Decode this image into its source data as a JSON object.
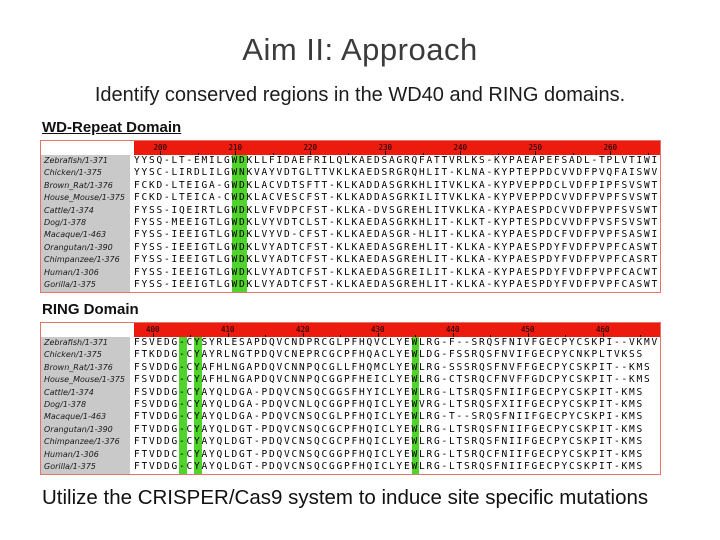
{
  "slide": {
    "title": "Aim II: Approach",
    "subtitle": "Identify conserved regions in the WD40 and RING domains.",
    "footer": "Utilize the CRISPER/Cas9 system to induce site specific mutations"
  },
  "colors": {
    "ruler_red": "#ec1b0e",
    "highlight_green": "#50d32b",
    "species_panel_gray": "#c9c9c9",
    "block_border": "#e4736c"
  },
  "alignments": [
    {
      "id": "wd",
      "label": "WD-Repeat Domain",
      "label_underlined": true,
      "ruler_ticks": [
        "200",
        "210",
        "220",
        "230",
        "240",
        "250",
        "260"
      ],
      "ruler_start_col": 3.5,
      "ruler_step_cols": 10,
      "highlight_cols": [
        {
          "col": 13,
          "span": 2
        }
      ],
      "rows": [
        {
          "species": "Zebrafish/1-371",
          "sequence": "YYSQ-LT-EMILGWDKLLFIDAEFRILQLKAEDSAGRQFATTVRLKS-KYPAEAPEFSADL-TPLVTIWI"
        },
        {
          "species": "Chicken/1-375",
          "sequence": "YYSC-LIRDLILGWNKVAYVDTGLTTVKLKAEDSRGRQHLIT-KLNA-KYPTEPPDCVVDFPVQFAISWV"
        },
        {
          "species": "Brown_Rat/1-376",
          "sequence": "FCKD-LTEIGA-GWDKLACVDTSFTT-KLKADDASGRKHLITVKLKA-KYPVEPPDCLVDFPIPFSVSWT"
        },
        {
          "species": "House_Mouse/1-375",
          "sequence": "FCKD-LTEICA-CWDKLACVESCFST-KLKADDASGRKILITVKLKA-KYPVEPPDCVVDFPVPFSVSWT"
        },
        {
          "species": "Cattle/1-374",
          "sequence": "FYSS-IQEIRTLGWDKLVFVDPCFST-KLKA-DVSGREHLITVKLKA-KYPAESPDCVVDFPVPFSVSWT"
        },
        {
          "species": "Dog/1-378",
          "sequence": "FYSS-MEEIGTLGWDKLVYVDTCLST-KLKAEDASGRKHLIT-KLKT-KYPTESPDCVVDFPVSFSVSWT"
        },
        {
          "species": "Macaque/1-463",
          "sequence": "FYSS-IEEIGTLGWDKLVYVD-CFST-KLKAEDASGR-HLIT-KLKA-KYPAESPDCFVDFPVPFSASWI"
        },
        {
          "species": "Orangutan/1-390",
          "sequence": "FYSS-IEEIGTLGWDKLVYADTCFST-KLKAEDASGREHLIT-KLKA-KYPAESPDYFVDFPVPFCASWT"
        },
        {
          "species": "Chimpanzee/1-376",
          "sequence": "FYSS-IEEIGTLGWDKLVYADTCFST-KLKAEDASGREHLIT-KLKA-KYPAESPDYFVDFPVPFCASRT"
        },
        {
          "species": "Human/1-306",
          "sequence": "FYSS-IEEIGTLGWDKLVYADTCFST-KLKAEDASGREILIT-KLKA-KYPAESPDYFVDFPVPFCACWT"
        },
        {
          "species": "Gorilla/1-375",
          "sequence": "FYSS-IEEIGTLGWDKLVYADTCFST-KLKAEDASGREHLIT-KLKA-KYPAESPDYFVDFPVPFCASWT"
        }
      ]
    },
    {
      "id": "ring",
      "label": "RING Domain",
      "label_underlined": false,
      "ruler_ticks": [
        "400",
        "410",
        "420",
        "430",
        "440",
        "450",
        "460"
      ],
      "ruler_start_col": 2.5,
      "ruler_step_cols": 10,
      "highlight_cols": [
        {
          "col": 6,
          "span": 1
        },
        {
          "col": 8,
          "span": 1
        },
        {
          "col": 37,
          "span": 1
        }
      ],
      "rows": [
        {
          "species": "Zebrafish/1-371",
          "sequence": "FSVEDG-CYSYRLESAPDQVCNDPRCGLPFHQVCLYEWLRG-F--SRQSFNIVFGECPYCSKPI--VKMV"
        },
        {
          "species": "Chicken/1-375",
          "sequence": "FTKDDG-CYAYRLNGTPDQVCNEPRCGCPFHQACLYEWLDG-FSSRQSFNVIFGECPYCNKPLTVKSS"
        },
        {
          "species": "Brown_Rat/1-376",
          "sequence": "FSVDDG-CYAFHLNGAPDQVCNNPQCGLLFHQMCLYEWLRG-SSSRQSFNVFFGECPYCSKPIT--KMS"
        },
        {
          "species": "House_Mouse/1-375",
          "sequence": "FSVDDC-CYAFHLNGAPDQVCNNPQCGGPFHEICLYEWLRG-CTSRQCFNVFFGDCPYCSKPIT--KMS"
        },
        {
          "species": "Cattle/1-374",
          "sequence": "FSVDDG-CYAYQLDGA-PDQVCNSQCGGSFHYICLYEWLRG-LTSRQSFNIIFGECPYCSKPIT-KMS"
        },
        {
          "species": "Dog/1-378",
          "sequence": "FSVDDG-CYAYQLDGA-PDQVCNLQCGGPFHQICLYEWVRG-LTSRQSFXIIFGECPYCSKPIT-KMS"
        },
        {
          "species": "Macaque/1-463",
          "sequence": "FTVDDG-CYAYQLDGA-PDQVCNSQCGLPFHQICLYEWLRG-T--SRQSFNIIFGECPYCSKPI-KMS"
        },
        {
          "species": "Orangutan/1-390",
          "sequence": "FTVDDG-CYAYQLDGT-PDQVCNSQCGCPFHQICLYEWLRG-LTSRQSFNIIFGECPYCSKPIT-KMS"
        },
        {
          "species": "Chimpanzee/1-376",
          "sequence": "FTVDDG-CYAYQLDGT-PDQVCNSQCGCPFHQICLYEWLRG-LTSRQSFNIIFGECPYCSKPIT-KMS"
        },
        {
          "species": "Human/1-306",
          "sequence": "FTVDDC-CYAYQLDGT-PDQVCNSQCGGPFHQICLYEWLRG-LTSRQCFNIIFGECPYCSKPIT-KMS"
        },
        {
          "species": "Gorilla/1-375",
          "sequence": "FTVDDG-CYAYQLDGT-PDQVCNSQCGGPFHQICLYEWLRG-LTSRQSFNIIFGECPYCSKPIT-KMS"
        }
      ]
    }
  ]
}
